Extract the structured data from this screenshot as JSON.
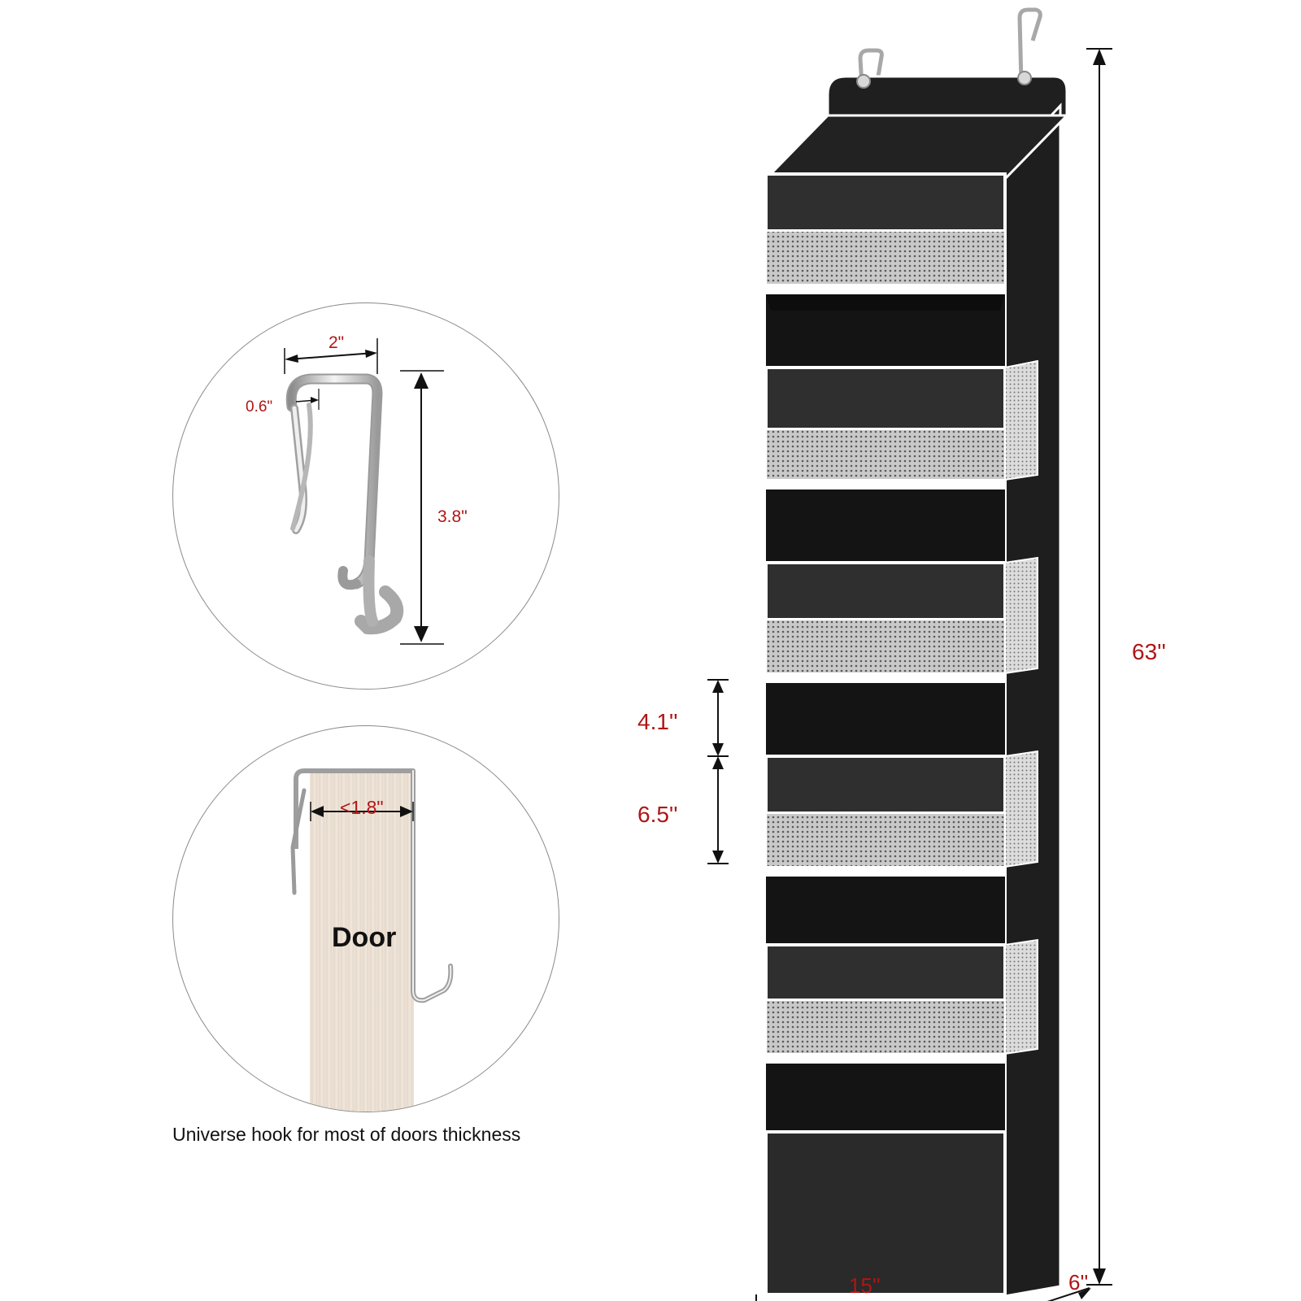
{
  "hook_detail": {
    "width_label": "2\"",
    "thickness_label": "0.6\"",
    "height_label": "3.8\""
  },
  "door_detail": {
    "thickness_label": "<1.8\"",
    "door_label": "Door",
    "caption": "Universe hook for most of doors thickness"
  },
  "organizer": {
    "height_label": "63''",
    "width_label": "15''",
    "depth_label": "6''",
    "small_pocket_label": "4.1''",
    "large_pocket_label": "6.5''"
  },
  "colors": {
    "fabric": "#1c1c1c",
    "fabric_front": "#3a3a3a",
    "trim": "#ffffff",
    "dimension_text": "#b01515",
    "door_wood": "#eadfd3"
  }
}
